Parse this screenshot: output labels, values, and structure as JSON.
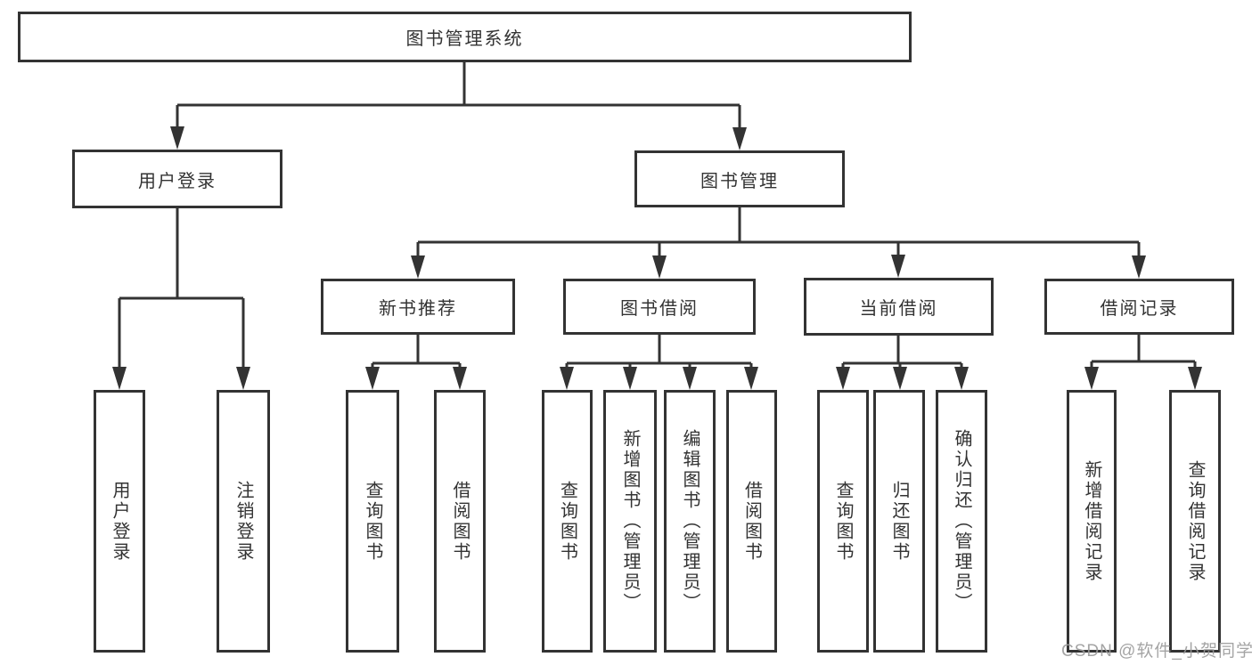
{
  "diagram": {
    "root": "图书管理系统",
    "user_login": {
      "label": "用户登录",
      "children": [
        "用户登录",
        "注销登录"
      ]
    },
    "book_management": {
      "label": "图书管理",
      "groups": [
        {
          "label": "新书推荐",
          "children": [
            "查询图书",
            "借阅图书"
          ]
        },
        {
          "label": "图书借阅",
          "children": [
            "查询图书",
            "新增图书（管理员）",
            "编辑图书（管理员）",
            "借阅图书"
          ]
        },
        {
          "label": "当前借阅",
          "children": [
            "查询图书",
            "归还图书",
            "确认归还（管理员）"
          ]
        },
        {
          "label": "借阅记录",
          "children": [
            "新增借阅记录",
            "查询借阅记录"
          ]
        }
      ]
    },
    "watermark": "CSDN @软件_小贺同学",
    "colors": {
      "line": "#333333",
      "box_border": "#333333",
      "text": "#333333",
      "watermark": "#9b9b9b",
      "background": "#ffffff"
    }
  }
}
